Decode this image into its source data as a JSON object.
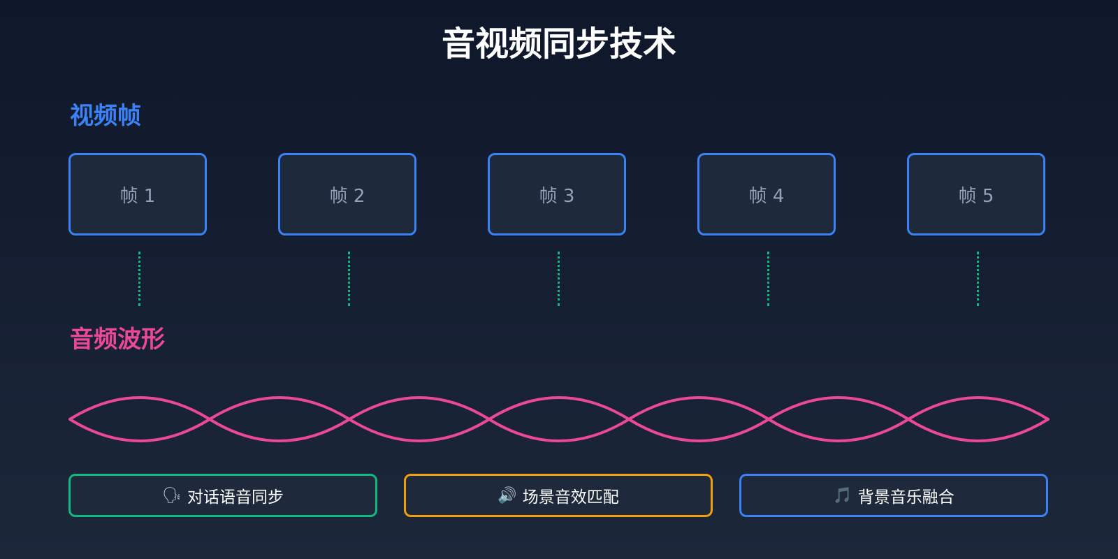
{
  "title": "音视频同步技术",
  "video_section": {
    "label": "视频帧"
  },
  "audio_section": {
    "label": "音频波形"
  },
  "frames": [
    {
      "label": "帧 1"
    },
    {
      "label": "帧 2"
    },
    {
      "label": "帧 3"
    },
    {
      "label": "帧 4"
    },
    {
      "label": "帧 5"
    }
  ],
  "features": [
    {
      "icon": "🗣",
      "icon_name": "speaking-head-icon",
      "label": "对话语音同步",
      "color": "#10b981"
    },
    {
      "icon": "🔊",
      "icon_name": "speaker-icon",
      "label": "场景音效匹配",
      "color": "#f59e0b"
    },
    {
      "icon": "🎵",
      "icon_name": "music-note-icon",
      "label": "背景音乐融合",
      "color": "#3b82f6"
    }
  ],
  "colors": {
    "video_accent": "#3b82f6",
    "audio_accent": "#ec4899",
    "sync_line": "#10b981"
  }
}
